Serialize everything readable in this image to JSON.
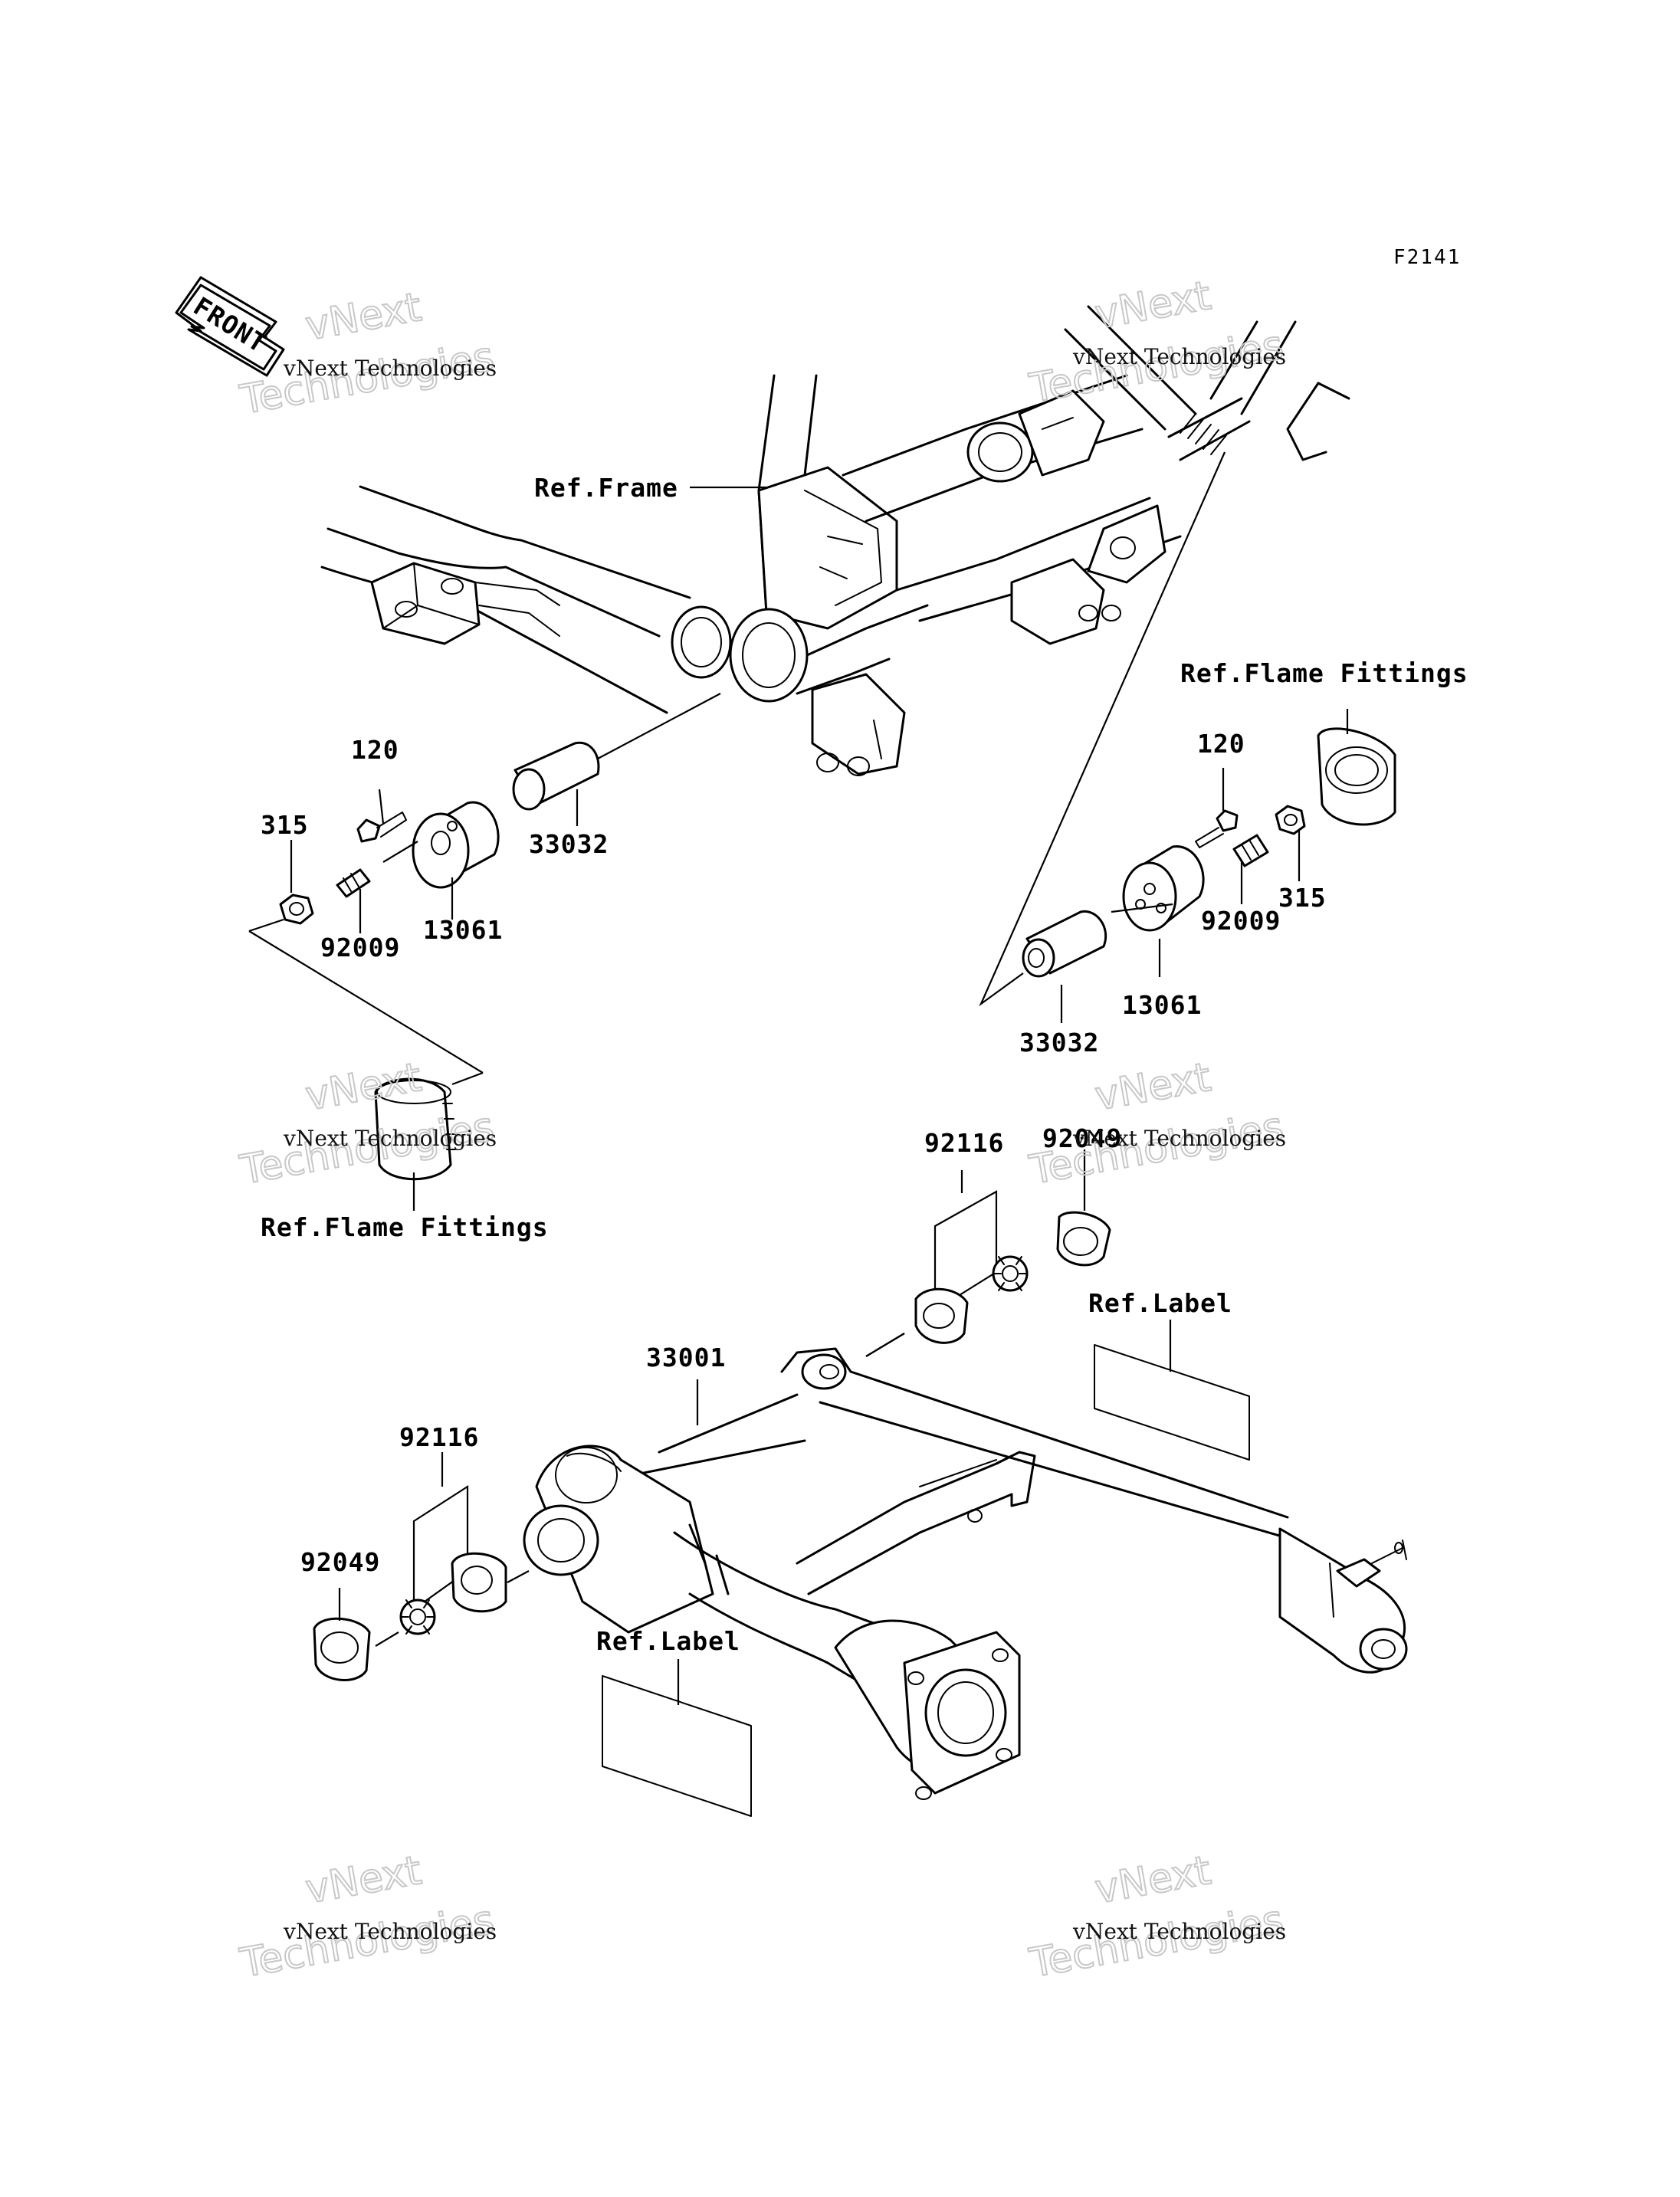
{
  "figure_id": "F2141",
  "front_arrow": "FRONT",
  "watermark": {
    "line1": "vNext Technologies",
    "line2": "vNext",
    "line3": "Technologies"
  },
  "labels": {
    "ref_frame": "Ref.Frame",
    "ref_flame_fittings_right": "Ref.Flame Fittings",
    "ref_flame_fittings_left": "Ref.Flame Fittings",
    "ref_label_right": "Ref.Label",
    "ref_label_bottom": "Ref.Label",
    "left_120": "120",
    "left_315": "315",
    "left_33032": "33032",
    "left_92009": "92009",
    "left_13061": "13061",
    "right_120": "120",
    "right_315": "315",
    "right_92009": "92009",
    "right_13061": "13061",
    "right_33032": "33032",
    "upper_92116": "92116",
    "upper_92049": "92049",
    "lower_92116": "92116",
    "lower_92049": "92049",
    "swingarm_33001": "33001"
  }
}
